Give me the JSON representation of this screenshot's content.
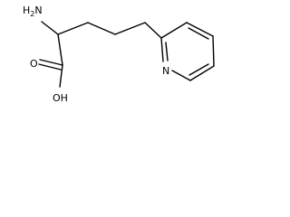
{
  "molecule": {
    "atoms": {
      "amine": {
        "label": "H",
        "subscript": "2",
        "suffix": "N"
      },
      "hydroxyl": {
        "label": "OH"
      },
      "carbonyl_oxygen": {
        "label": "O"
      },
      "ring_nitrogen": {
        "label": "N"
      }
    }
  },
  "colors": {
    "bond": "#000000",
    "text": "#000000",
    "background": "#ffffff"
  }
}
